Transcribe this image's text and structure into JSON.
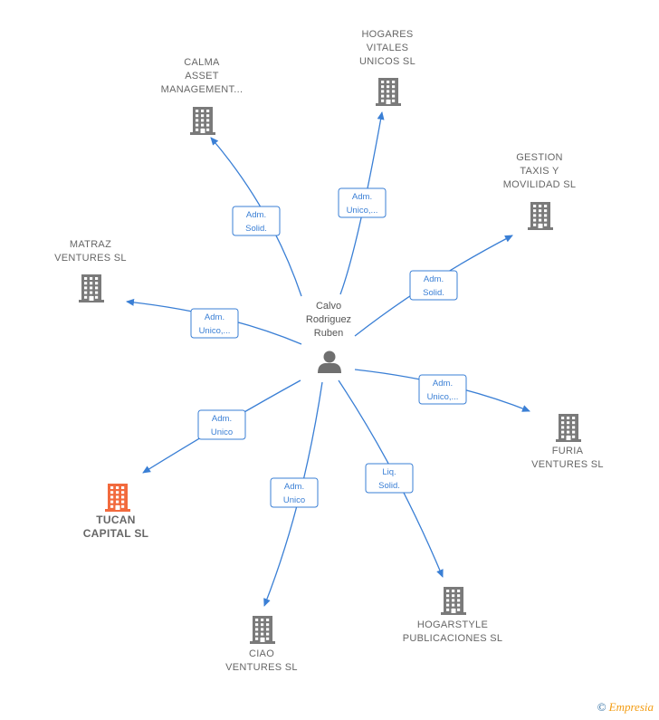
{
  "center": {
    "name_lines": [
      "Calvo",
      "Rodriguez",
      "Ruben"
    ],
    "icon": "person-icon"
  },
  "companies": [
    {
      "id": "hogares",
      "lines": [
        "HOGARES",
        "VITALES",
        "UNICOS  SL"
      ],
      "relation": [
        "Adm.",
        "Unico,..."
      ],
      "highlight": false,
      "icon": "building-icon"
    },
    {
      "id": "calma",
      "lines": [
        "CALMA",
        "ASSET",
        "MANAGEMENT..."
      ],
      "relation": [
        "Adm.",
        "Solid."
      ],
      "highlight": false,
      "icon": "building-icon"
    },
    {
      "id": "gestion",
      "lines": [
        "GESTION",
        "TAXIS Y",
        "MOVILIDAD  SL"
      ],
      "relation": [
        "Adm.",
        "Solid."
      ],
      "highlight": false,
      "icon": "building-icon"
    },
    {
      "id": "matraz",
      "lines": [
        "MATRAZ",
        "VENTURES  SL"
      ],
      "relation": [
        "Adm.",
        "Unico,..."
      ],
      "highlight": false,
      "icon": "building-icon"
    },
    {
      "id": "furia",
      "lines": [
        "FURIA",
        "VENTURES  SL"
      ],
      "relation": [
        "Adm.",
        "Unico,..."
      ],
      "highlight": false,
      "icon": "building-icon"
    },
    {
      "id": "tucan",
      "lines": [
        "TUCAN",
        "CAPITAL  SL"
      ],
      "relation": [
        "Adm.",
        "Unico"
      ],
      "highlight": true,
      "icon": "building-icon"
    },
    {
      "id": "ciao",
      "lines": [
        "CIAO",
        "VENTURES  SL"
      ],
      "relation": [
        "Adm.",
        "Unico"
      ],
      "highlight": false,
      "icon": "building-icon"
    },
    {
      "id": "hogarstyle",
      "lines": [
        "HOGARSTYLE",
        "PUBLICACIONES SL"
      ],
      "relation": [
        "Liq.",
        "Solid."
      ],
      "highlight": false,
      "icon": "building-icon"
    }
  ],
  "colors": {
    "edge": "#3a7fd5",
    "building": "#7a7a7a",
    "highlight": "#f26a3d",
    "person": "#6f6f6f"
  },
  "footer": {
    "copyright": "©",
    "brand_initial": "E",
    "brand_rest": "mpresia"
  }
}
